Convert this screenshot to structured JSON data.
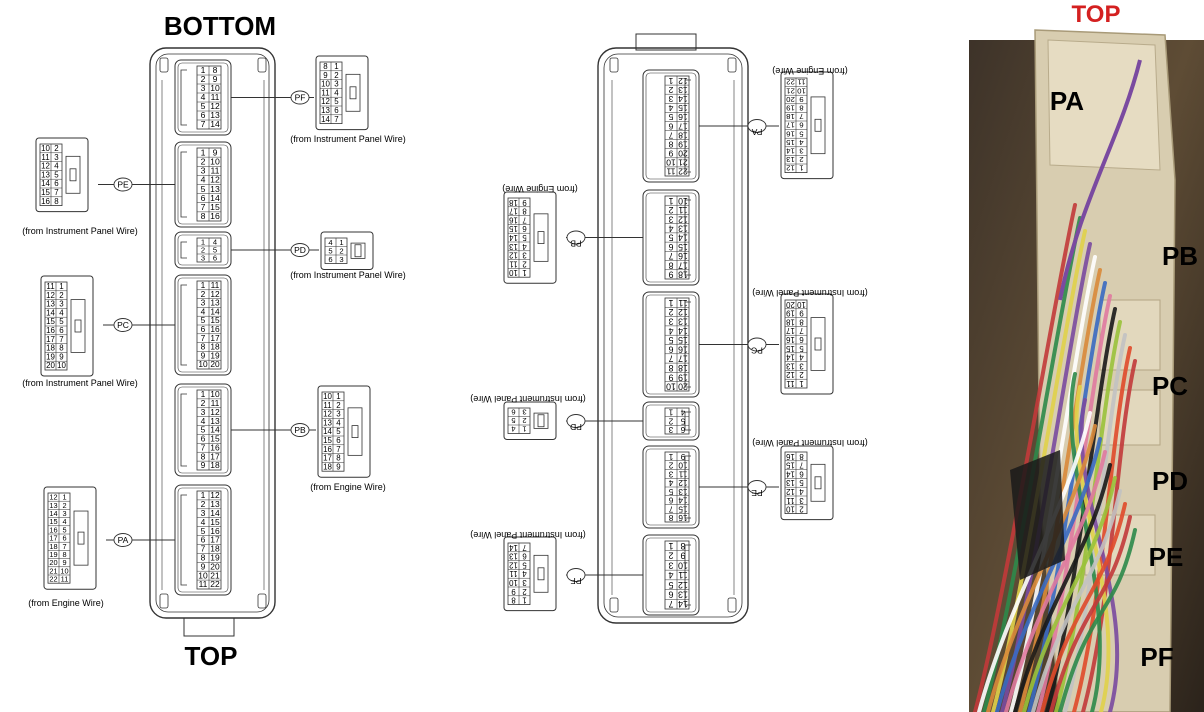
{
  "headings": {
    "bottom": "BOTTOM",
    "top": "TOP",
    "photo_top": "TOP"
  },
  "wires": {
    "ip": "(from Instrument Panel Wire)",
    "engine": "(from Engine Wire)"
  },
  "sections": {
    "PF": {
      "id": "PF",
      "from": "(from Instrument Panel Wire)",
      "rows": 7,
      "pairs": [
        [
          "1",
          "8"
        ],
        [
          "2",
          "9"
        ],
        [
          "3",
          "10"
        ],
        [
          "4",
          "11"
        ],
        [
          "5",
          "12"
        ],
        [
          "6",
          "13"
        ],
        [
          "7",
          "14"
        ]
      ],
      "mating": [
        [
          "8",
          "1"
        ],
        [
          "9",
          "2"
        ],
        [
          "10",
          "3"
        ],
        [
          "11",
          "4"
        ],
        [
          "12",
          "5"
        ],
        [
          "13",
          "6"
        ],
        [
          "14",
          "7"
        ]
      ]
    },
    "PE": {
      "id": "PE",
      "from": "(from Instrument Panel Wire)",
      "rows": 8,
      "pairs": [
        [
          "1",
          "9"
        ],
        [
          "2",
          "10"
        ],
        [
          "3",
          "11"
        ],
        [
          "4",
          "12"
        ],
        [
          "5",
          "13"
        ],
        [
          "6",
          "14"
        ],
        [
          "7",
          "15"
        ],
        [
          "8",
          "16"
        ]
      ],
      "mating": [
        [
          "10",
          "2"
        ],
        [
          "11",
          "3"
        ],
        [
          "12",
          "4"
        ],
        [
          "13",
          "5"
        ],
        [
          "14",
          "6"
        ],
        [
          "15",
          "7"
        ],
        [
          "16",
          "8"
        ]
      ]
    },
    "PD": {
      "id": "PD",
      "from": "(from Instrument Panel Wire)",
      "rows": 3,
      "pairs": [
        [
          "1",
          "4"
        ],
        [
          "2",
          "5"
        ],
        [
          "3",
          "6"
        ]
      ],
      "mating": [
        [
          "4",
          "1"
        ],
        [
          "5",
          "2"
        ],
        [
          "6",
          "3"
        ]
      ]
    },
    "PC": {
      "id": "PC",
      "from": "(from Instrument Panel Wire)",
      "rows": 10,
      "pairs": [
        [
          "1",
          "11"
        ],
        [
          "2",
          "12"
        ],
        [
          "3",
          "13"
        ],
        [
          "4",
          "14"
        ],
        [
          "5",
          "15"
        ],
        [
          "6",
          "16"
        ],
        [
          "7",
          "17"
        ],
        [
          "8",
          "18"
        ],
        [
          "9",
          "19"
        ],
        [
          "10",
          "20"
        ]
      ],
      "mating": [
        [
          "11",
          "1"
        ],
        [
          "12",
          "2"
        ],
        [
          "13",
          "3"
        ],
        [
          "14",
          "4"
        ],
        [
          "15",
          "5"
        ],
        [
          "16",
          "6"
        ],
        [
          "17",
          "7"
        ],
        [
          "18",
          "8"
        ],
        [
          "19",
          "9"
        ],
        [
          "20",
          "10"
        ]
      ]
    },
    "PB": {
      "id": "PB",
      "from": "(from Engine Wire)",
      "rows": 9,
      "pairs": [
        [
          "1",
          "10"
        ],
        [
          "2",
          "11"
        ],
        [
          "3",
          "12"
        ],
        [
          "4",
          "13"
        ],
        [
          "5",
          "14"
        ],
        [
          "6",
          "15"
        ],
        [
          "7",
          "16"
        ],
        [
          "8",
          "17"
        ],
        [
          "9",
          "18"
        ]
      ],
      "mating": [
        [
          "10",
          "1"
        ],
        [
          "11",
          "2"
        ],
        [
          "12",
          "3"
        ],
        [
          "13",
          "4"
        ],
        [
          "14",
          "5"
        ],
        [
          "15",
          "6"
        ],
        [
          "16",
          "7"
        ],
        [
          "17",
          "8"
        ],
        [
          "18",
          "9"
        ]
      ]
    },
    "PA": {
      "id": "PA",
      "from": "(from Engine Wire)",
      "rows": 11,
      "pairs": [
        [
          "1",
          "12"
        ],
        [
          "2",
          "13"
        ],
        [
          "3",
          "14"
        ],
        [
          "4",
          "15"
        ],
        [
          "5",
          "16"
        ],
        [
          "6",
          "17"
        ],
        [
          "7",
          "18"
        ],
        [
          "8",
          "19"
        ],
        [
          "9",
          "20"
        ],
        [
          "10",
          "21"
        ],
        [
          "11",
          "22"
        ]
      ],
      "mating": [
        [
          "12",
          "1"
        ],
        [
          "13",
          "2"
        ],
        [
          "14",
          "3"
        ],
        [
          "15",
          "4"
        ],
        [
          "16",
          "5"
        ],
        [
          "17",
          "6"
        ],
        [
          "18",
          "7"
        ],
        [
          "19",
          "8"
        ],
        [
          "20",
          "9"
        ],
        [
          "21",
          "10"
        ],
        [
          "22",
          "11"
        ]
      ]
    }
  },
  "photo_labels": [
    "PA",
    "PB",
    "PC",
    "PD",
    "PE",
    "PF"
  ],
  "colors": {
    "line": "#333333",
    "photo_top": "#d42020",
    "photo_bg": "#6b5a3e"
  }
}
